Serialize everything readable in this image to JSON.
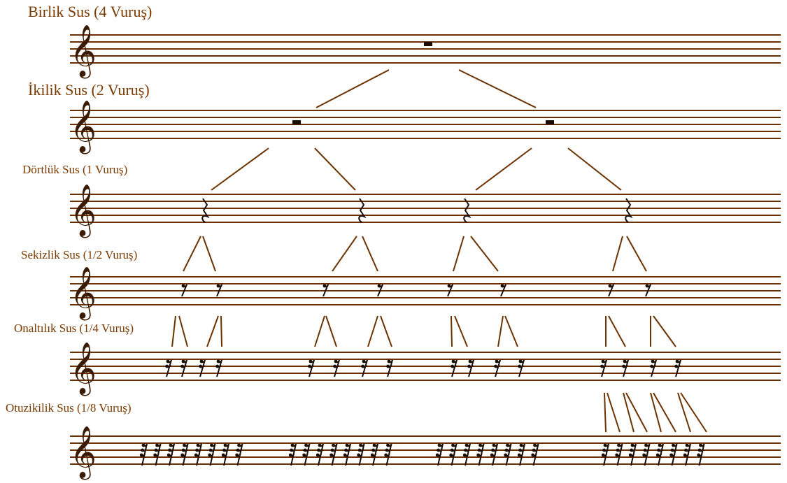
{
  "rows": [
    {
      "label": "Birlik Sus (4 Vuruş)",
      "rest": "whole-rest",
      "count": 1
    },
    {
      "label": "İkilik Sus (2 Vuruş)",
      "rest": "half-rest",
      "count": 2
    },
    {
      "label": "Dörtlük Sus (1 Vuruş)",
      "rest": "quarter-rest",
      "count": 4
    },
    {
      "label": "Sekizlik Sus (1/2 Vuruş)",
      "rest": "eighth-rest",
      "count": 8
    },
    {
      "label": "Onaltılık Sus (1/4 Vuruş)",
      "rest": "sixteenth-rest",
      "count": 16
    },
    {
      "label": "Otuzikilik Sus (1/8 Vuruş)",
      "rest": "thirty-second-rest",
      "count": 32
    }
  ],
  "clef": "treble-clef-icon",
  "colors": {
    "staff": "#6b3200",
    "text": "#7a3a00",
    "rest": "#1a0d00"
  }
}
